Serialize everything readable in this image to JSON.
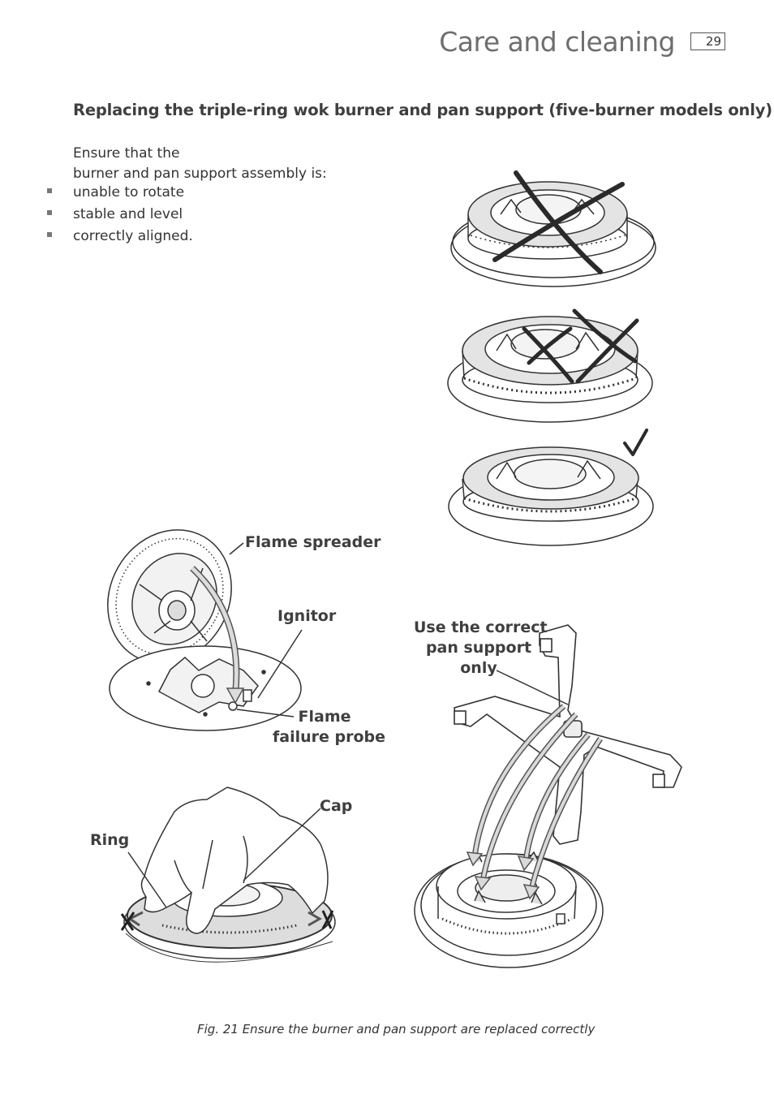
{
  "header": {
    "title": "Care and cleaning",
    "page_number": "29"
  },
  "section": {
    "title": "Replacing the triple-ring wok burner and pan support (five-burner models only)",
    "intro_line1": "Ensure that the",
    "intro_line2": "burner and pan support assembly is:",
    "bullets": [
      "unable to rotate",
      "stable and level",
      "correctly aligned."
    ]
  },
  "labels": {
    "flame_spreader": "Flame spreader",
    "ignitor": "Ignitor",
    "flame_probe_1": "Flame",
    "flame_probe_2": "failure probe",
    "pan_support_1": "Use the correct",
    "pan_support_2": "pan support",
    "pan_support_3": "only",
    "cap": "Cap",
    "ring": "Ring"
  },
  "caption": "Fig. 21 Ensure the burner and pan support are replaced correctly"
}
